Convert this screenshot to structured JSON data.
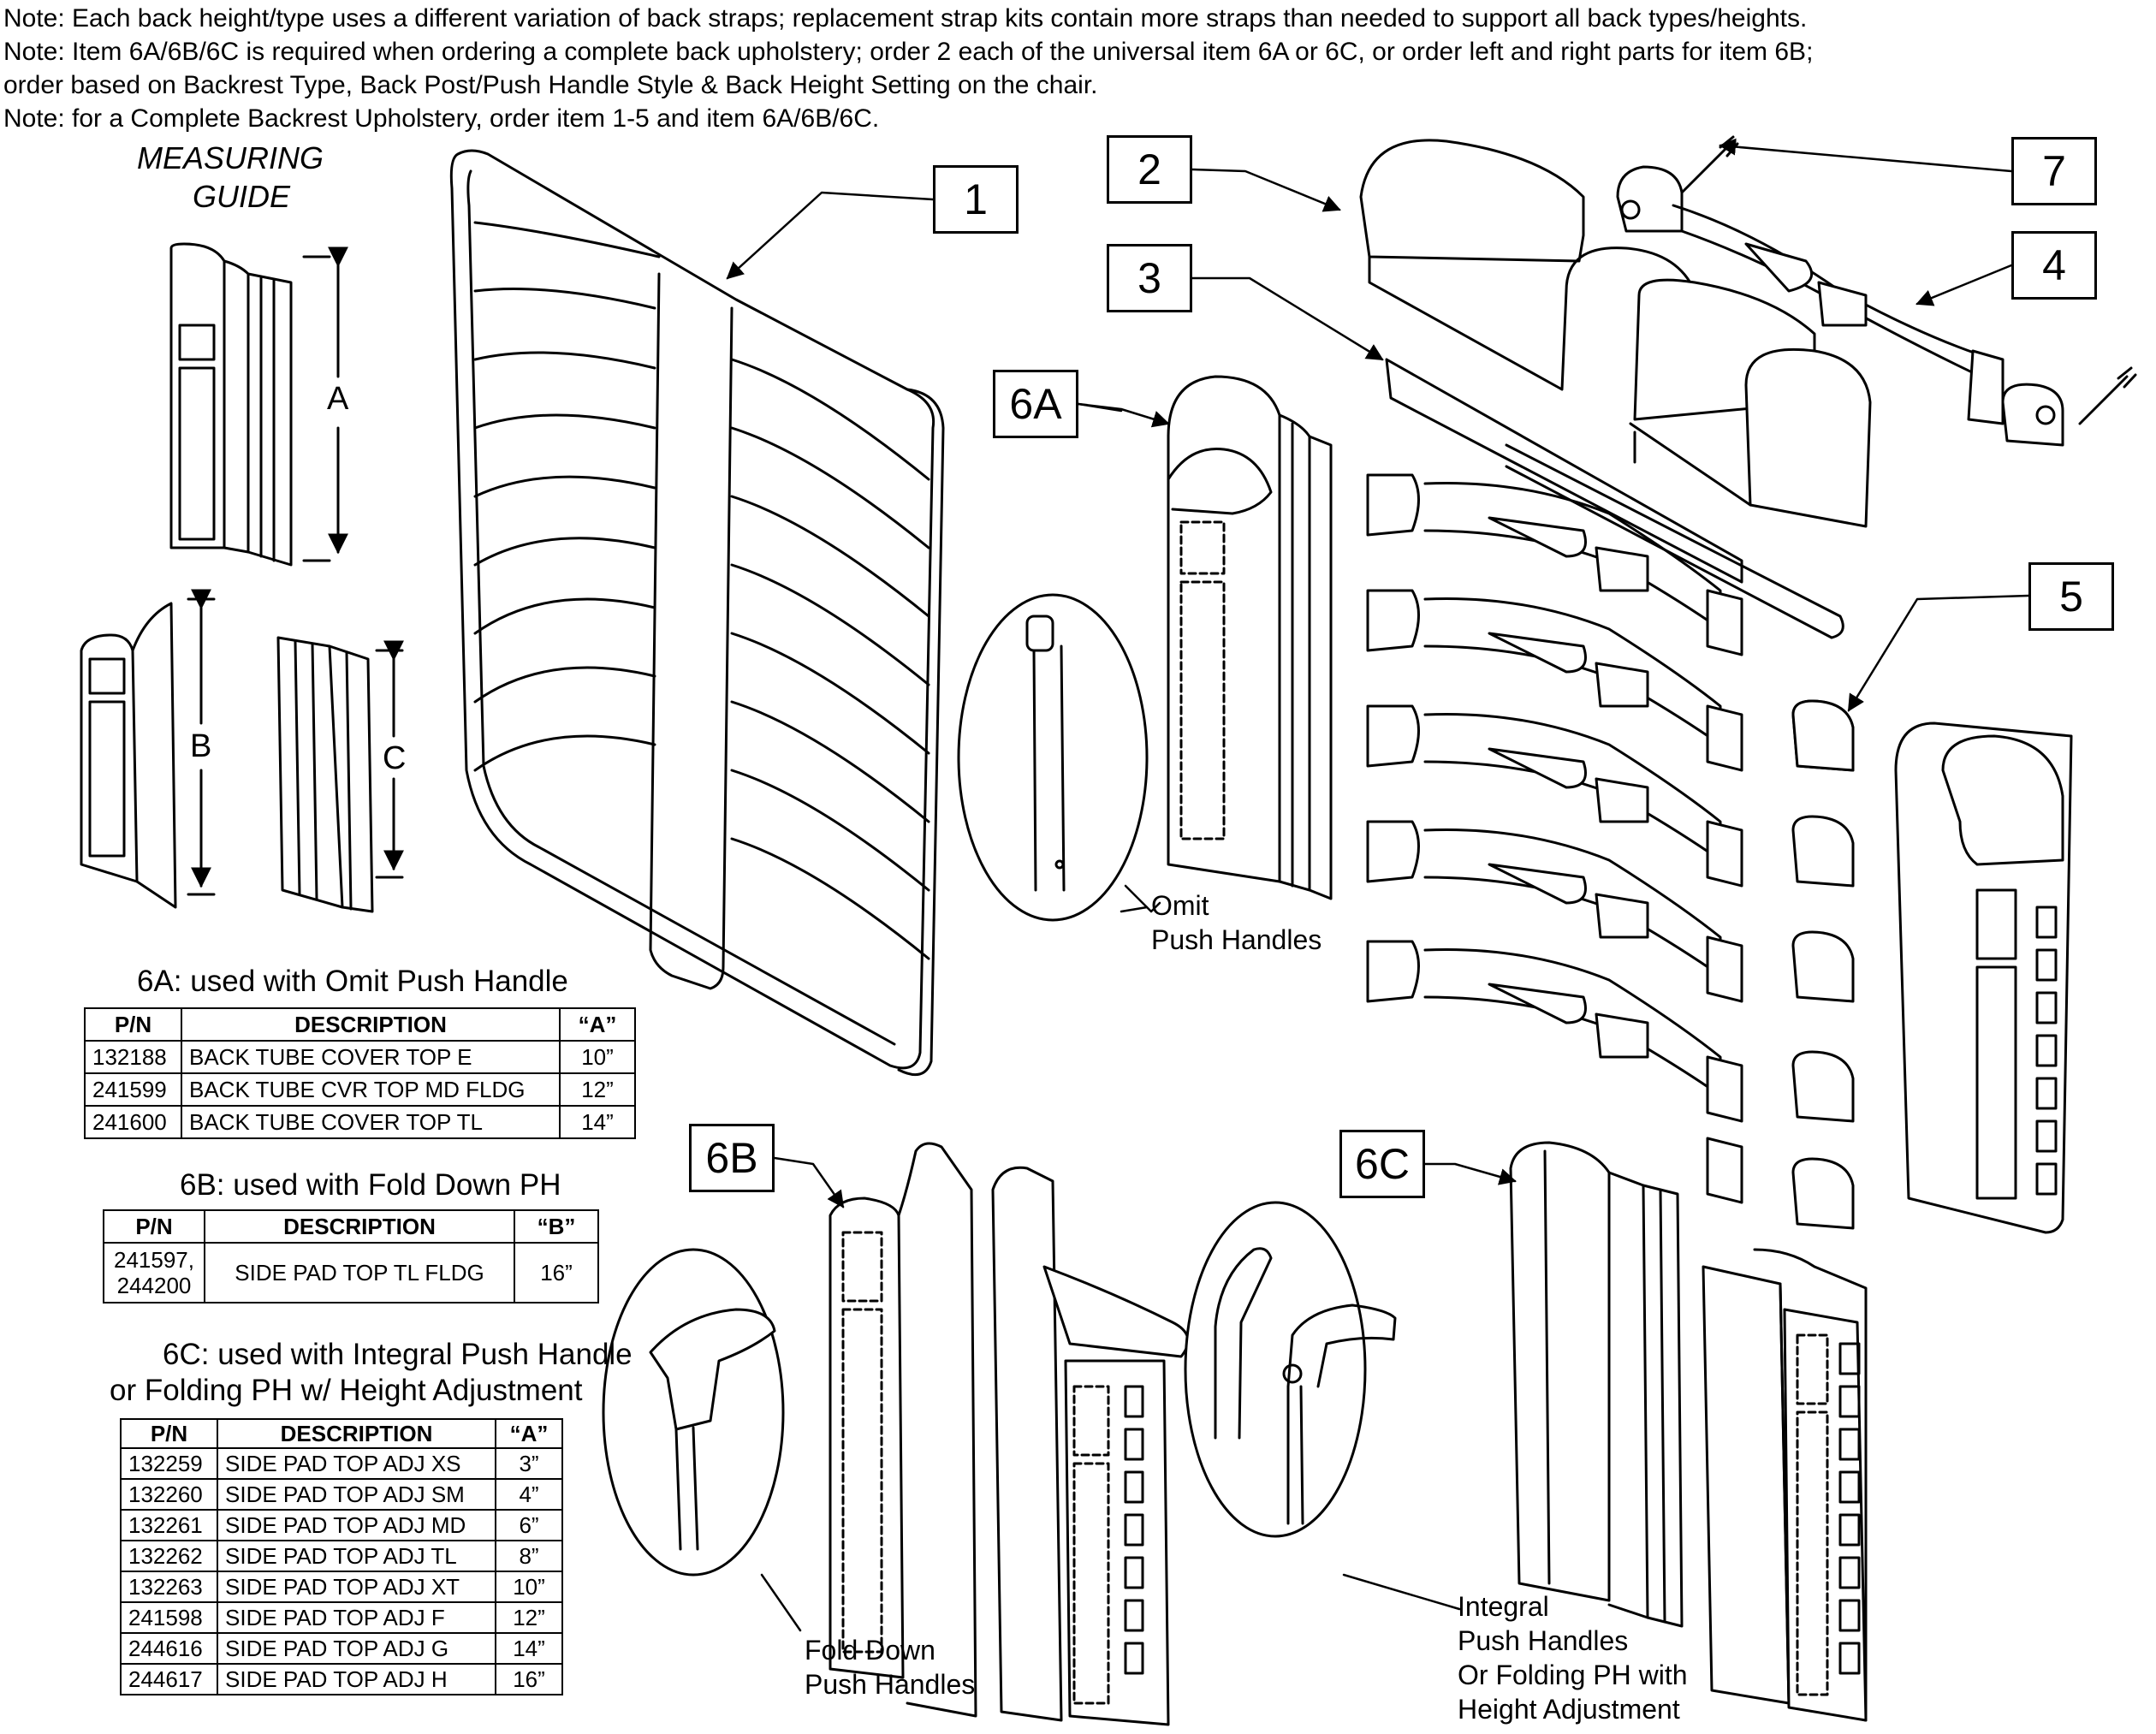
{
  "notes": [
    "Note: Each back height/type uses a different variation of back straps; replacement strap kits contain more straps than needed to support all back types/heights.",
    "Note: Item 6A/6B/6C is required when ordering a complete back upholstery; order 2 each of the universal item 6A or 6C, or order left and right parts for item 6B;",
    "order based on Backrest Type, Back Post/Push Handle Style & Back Height Setting on the chair.",
    "Note: for a Complete Backrest Upholstery, order item 1-5 and item 6A/6B/6C."
  ],
  "measuring_guide": {
    "line1": "MEASURING",
    "line2": "GUIDE",
    "dim_a": "A",
    "dim_b": "B",
    "dim_c": "C"
  },
  "callouts": {
    "c1": "1",
    "c2": "2",
    "c3": "3",
    "c4": "4",
    "c5": "5",
    "c6a": "6A",
    "c6b": "6B",
    "c6c": "6C",
    "c7": "7"
  },
  "captions": {
    "omit_1": "Omit",
    "omit_2": "Push Handles",
    "fold_1": "Fold Down",
    "fold_2": "Push Handles",
    "int_1": "Integral",
    "int_2": "Push Handles",
    "int_3": "Or Folding PH with",
    "int_4": "Height Adjustment"
  },
  "table_6a": {
    "title": "6A: used with Omit Push Handle",
    "headers": [
      "P/N",
      "DESCRIPTION",
      "“A”"
    ],
    "rows": [
      [
        "132188",
        "BACK TUBE COVER TOP E",
        "10”"
      ],
      [
        "241599",
        "BACK TUBE CVR TOP MD FLDG",
        "12”"
      ],
      [
        "241600",
        "BACK TUBE COVER TOP TL",
        "14”"
      ]
    ]
  },
  "table_6b": {
    "title": "6B: used with Fold Down PH",
    "headers": [
      "P/N",
      "DESCRIPTION",
      "“B”"
    ],
    "rows": [
      [
        "241597,",
        "244200",
        "SIDE PAD TOP TL FLDG",
        "16”"
      ]
    ]
  },
  "table_6c": {
    "title_1": "6C: used with Integral Push Handle",
    "title_2": "or Folding PH w/ Height Adjustment",
    "headers": [
      "P/N",
      "DESCRIPTION",
      "“A”"
    ],
    "rows": [
      [
        "132259",
        "SIDE PAD TOP ADJ XS",
        "3”"
      ],
      [
        "132260",
        "SIDE PAD TOP ADJ SM",
        "4”"
      ],
      [
        "132261",
        "SIDE PAD TOP ADJ MD",
        "6”"
      ],
      [
        "132262",
        "SIDE PAD TOP ADJ TL",
        "8”"
      ],
      [
        "132263",
        "SIDE PAD TOP ADJ XT",
        "10”"
      ],
      [
        "241598",
        "SIDE PAD TOP ADJ F",
        "12”"
      ],
      [
        "244616",
        "SIDE PAD TOP ADJ G",
        "14”"
      ],
      [
        "244617",
        "SIDE PAD TOP ADJ H",
        "16”"
      ]
    ]
  }
}
